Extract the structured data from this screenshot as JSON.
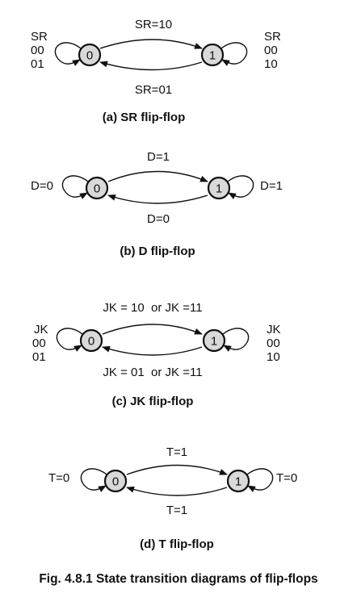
{
  "figure_caption": "Fig. 4.8.1 State transition diagrams of flip-flops",
  "diagrams": {
    "sr": {
      "caption": "(a) SR flip-flop",
      "state0": "0",
      "state1": "1",
      "top_label": "SR=10",
      "bottom_label": "SR=01",
      "left_label": [
        "SR",
        "00",
        "01"
      ],
      "right_label": [
        "SR",
        "00",
        "10"
      ]
    },
    "d": {
      "caption": "(b) D flip-flop",
      "state0": "0",
      "state1": "1",
      "top_label": "D=1",
      "bottom_label": "D=0",
      "left_label": "D=0",
      "right_label": "D=1"
    },
    "jk": {
      "caption": "(c) JK flip-flop",
      "state0": "0",
      "state1": "1",
      "top_label": "JK = 10  or JK =11",
      "bottom_label": "JK = 01  or JK =11",
      "left_label": [
        "JK",
        "00",
        "01"
      ],
      "right_label": [
        "JK",
        "00",
        "10"
      ]
    },
    "t": {
      "caption": "(d) T flip-flop",
      "state0": "0",
      "state1": "1",
      "top_label": "T=1",
      "bottom_label": "T=1",
      "left_label": "T=0",
      "right_label": "T=0"
    }
  }
}
